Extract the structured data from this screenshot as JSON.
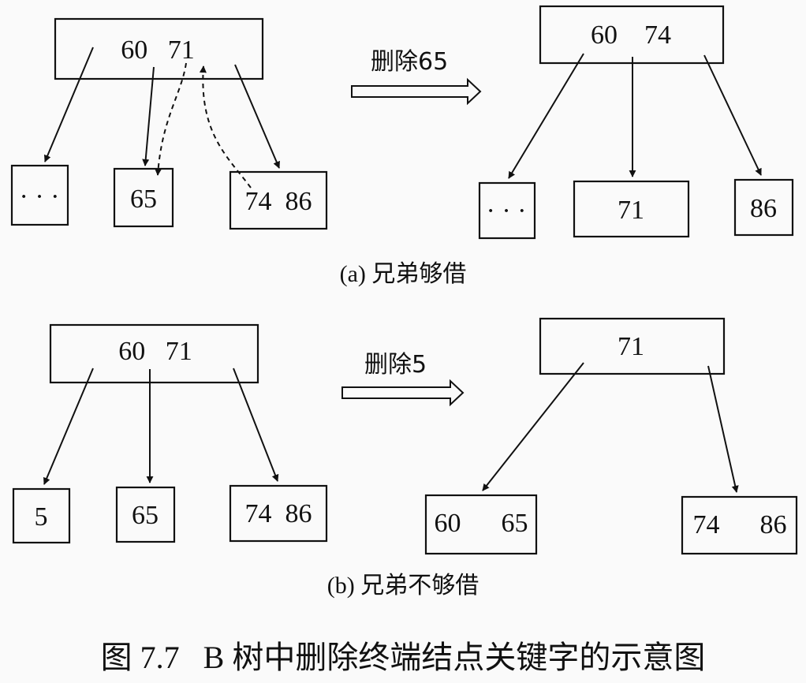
{
  "panels": {
    "a": {
      "before": {
        "root": "60   71",
        "children": [
          "· · ·",
          "65",
          "74  86"
        ]
      },
      "operation": "删除65",
      "after": {
        "root": "60    74",
        "children": [
          "· · ·",
          "71",
          "86"
        ]
      },
      "caption": "(a) 兄弟够借"
    },
    "b": {
      "before": {
        "root": "60   71",
        "children": [
          "5",
          "65",
          "74  86"
        ]
      },
      "operation": "删除5",
      "after": {
        "root": "71",
        "children": [
          "60      65",
          "74      86"
        ]
      },
      "caption": "(b) 兄弟不够借"
    }
  },
  "figure_caption": "图 7.7   B 树中删除终端结点关键字的示意图"
}
